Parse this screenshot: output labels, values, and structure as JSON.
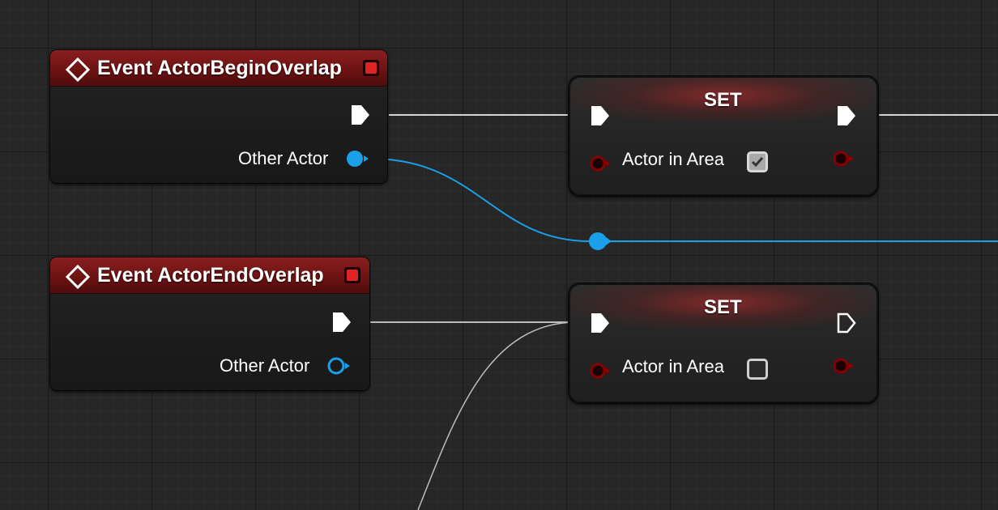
{
  "graph": {
    "nodes": {
      "begin_overlap": {
        "title": "Event ActorBeginOverlap",
        "output_pin_label": "Other Actor"
      },
      "end_overlap": {
        "title": "Event ActorEndOverlap",
        "output_pin_label": "Other Actor"
      },
      "set_true": {
        "title": "SET",
        "variable_label": "Actor in Area",
        "checked": true
      },
      "set_false": {
        "title": "SET",
        "variable_label": "Actor in Area",
        "checked": false
      }
    },
    "colors": {
      "event_header": "#8a1f1f",
      "exec_pin": "#ffffff",
      "object_pin": "#1aa0e8",
      "bool_pin": "#8a0000",
      "close_icon": "#e02424"
    },
    "icons": [
      "event-diamond-icon",
      "close-icon",
      "exec-pin-icon",
      "object-pin-icon",
      "bool-pin-icon",
      "checkbox-icon"
    ]
  }
}
